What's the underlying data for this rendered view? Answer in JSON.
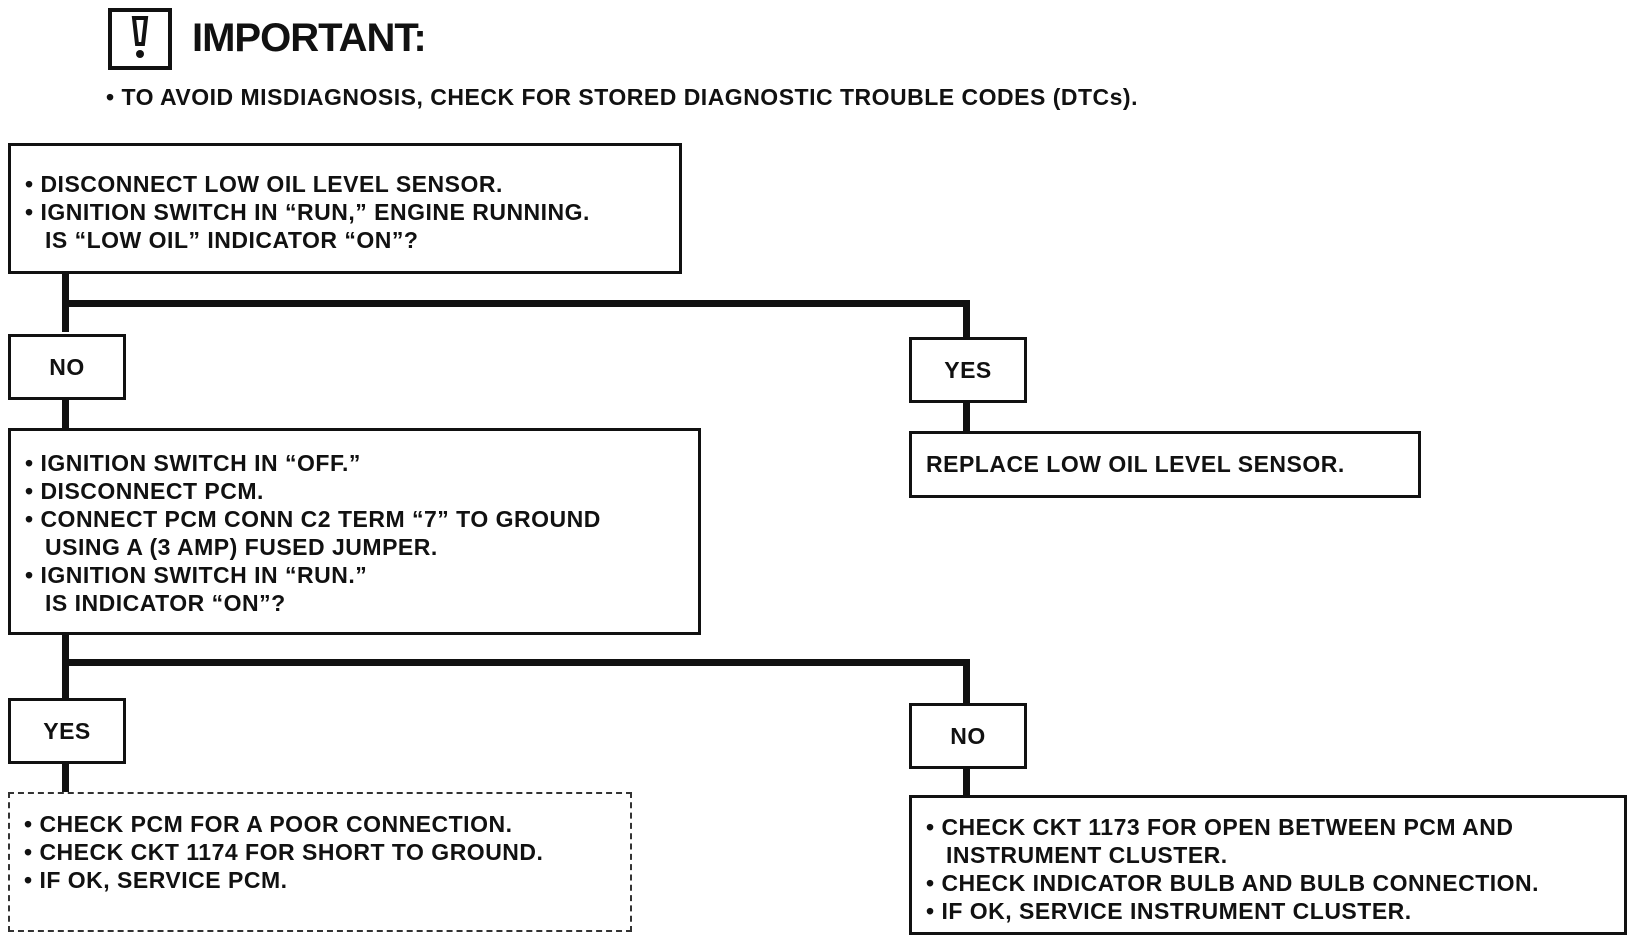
{
  "important": {
    "title": "IMPORTANT:",
    "note": "• TO AVOID MISDIAGNOSIS, CHECK FOR STORED DIAGNOSTIC TROUBLE CODES (DTCs)."
  },
  "step1": {
    "lines": [
      "• DISCONNECT LOW OIL LEVEL SENSOR.",
      "• IGNITION SWITCH IN “RUN,” ENGINE RUNNING.",
      "IS “LOW OIL” INDICATOR “ON”?"
    ],
    "no_label": "NO",
    "yes_label": "YES"
  },
  "yes1_result": "REPLACE LOW OIL LEVEL SENSOR.",
  "step2": {
    "lines": [
      "• IGNITION SWITCH IN “OFF.”",
      "• DISCONNECT PCM.",
      "• CONNECT PCM CONN C2 TERM “7” TO GROUND",
      "USING A (3 AMP) FUSED JUMPER.",
      "• IGNITION SWITCH IN “RUN.”",
      "IS INDICATOR “ON”?"
    ],
    "yes_label": "YES",
    "no_label": "NO"
  },
  "yes2_result": {
    "lines": [
      "• CHECK PCM FOR A POOR CONNECTION.",
      "• CHECK CKT 1174 FOR SHORT TO GROUND.",
      "• IF OK, SERVICE PCM."
    ]
  },
  "no2_result": {
    "lines": [
      "• CHECK CKT 1173 FOR OPEN BETWEEN PCM AND",
      "INSTRUMENT CLUSTER.",
      "• CHECK INDICATOR BULB AND BULB CONNECTION.",
      "• IF OK, SERVICE INSTRUMENT CLUSTER."
    ]
  }
}
